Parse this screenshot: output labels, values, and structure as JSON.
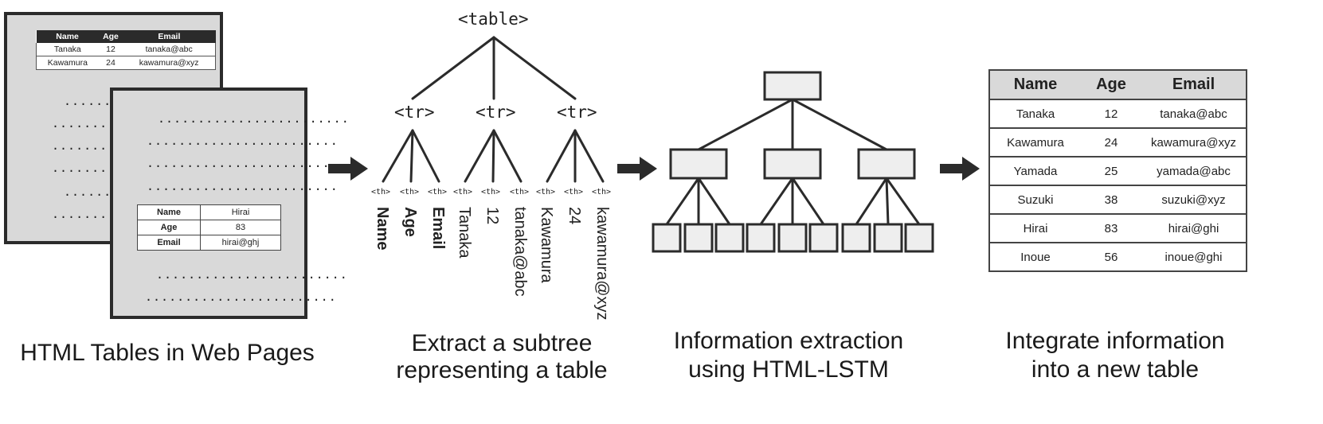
{
  "panel1": {
    "caption": "HTML Tables in Web Pages",
    "top_table": {
      "headers": [
        "Name",
        "Age",
        "Email"
      ],
      "rows": [
        [
          "Tanaka",
          "12",
          "tanaka@abc"
        ],
        [
          "Kawamura",
          "24",
          "kawamura@xyz"
        ]
      ]
    },
    "kv_table": {
      "rows": [
        [
          "Name",
          "Hirai"
        ],
        [
          "Age",
          "83"
        ],
        [
          "Email",
          "hirai@ghj"
        ]
      ]
    },
    "dots": "........................"
  },
  "panel2": {
    "caption_line1": "Extract a subtree",
    "caption_line2": "representing a table",
    "root_tag": "<table>",
    "row_tag": "<tr>",
    "cell_tag": "<th>",
    "cells": [
      "Name",
      "Age",
      "Email",
      "Tanaka",
      "12",
      "tanaka@abc",
      "Kawamura",
      "24",
      "kawamura@xyz"
    ]
  },
  "panel3": {
    "caption_line1": "Information extraction",
    "caption_line2": "using HTML-LSTM"
  },
  "panel4": {
    "caption_line1": "Integrate information",
    "caption_line2": "into a new table",
    "headers": [
      "Name",
      "Age",
      "Email"
    ],
    "rows": [
      [
        "Tanaka",
        "12",
        "tanaka@abc"
      ],
      [
        "Kawamura",
        "24",
        "kawamura@xyz"
      ],
      [
        "Yamada",
        "25",
        "yamada@abc"
      ],
      [
        "Suzuki",
        "38",
        "suzuki@xyz"
      ],
      [
        "Hirai",
        "83",
        "hirai@ghi"
      ],
      [
        "Inoue",
        "56",
        "inoue@ghi"
      ]
    ]
  },
  "colors": {
    "ink": "#2b2b2b",
    "page_fill": "#d9d9d9",
    "node_fill": "#eeeeee"
  }
}
